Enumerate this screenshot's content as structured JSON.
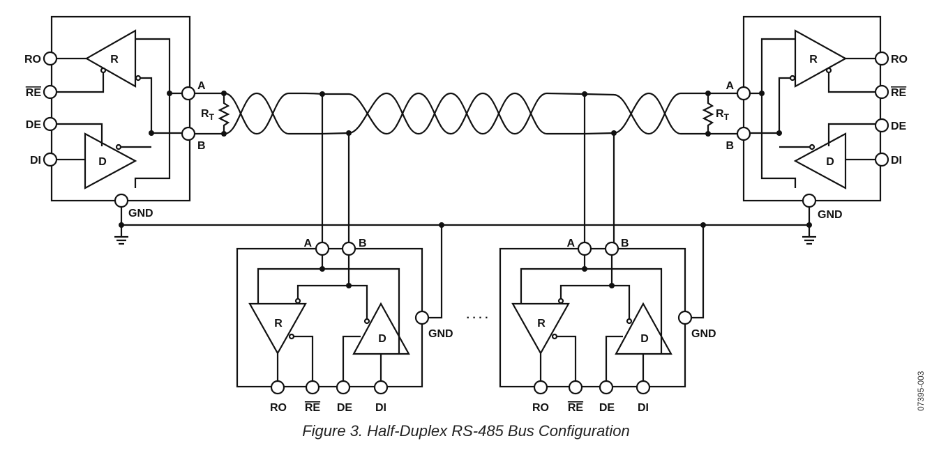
{
  "caption": "Figure 3. Half-Duplex RS-485 Bus Configuration",
  "figure_id": "07395-003",
  "pins": {
    "ro": "RO",
    "re": "RE",
    "de": "DE",
    "di": "DI",
    "a": "A",
    "b": "B",
    "gnd": "GND"
  },
  "blocks": {
    "receiver": "R",
    "driver": "D"
  },
  "termination": {
    "symbol": "R",
    "subscript": "T"
  },
  "ellipsis": ". . . ."
}
